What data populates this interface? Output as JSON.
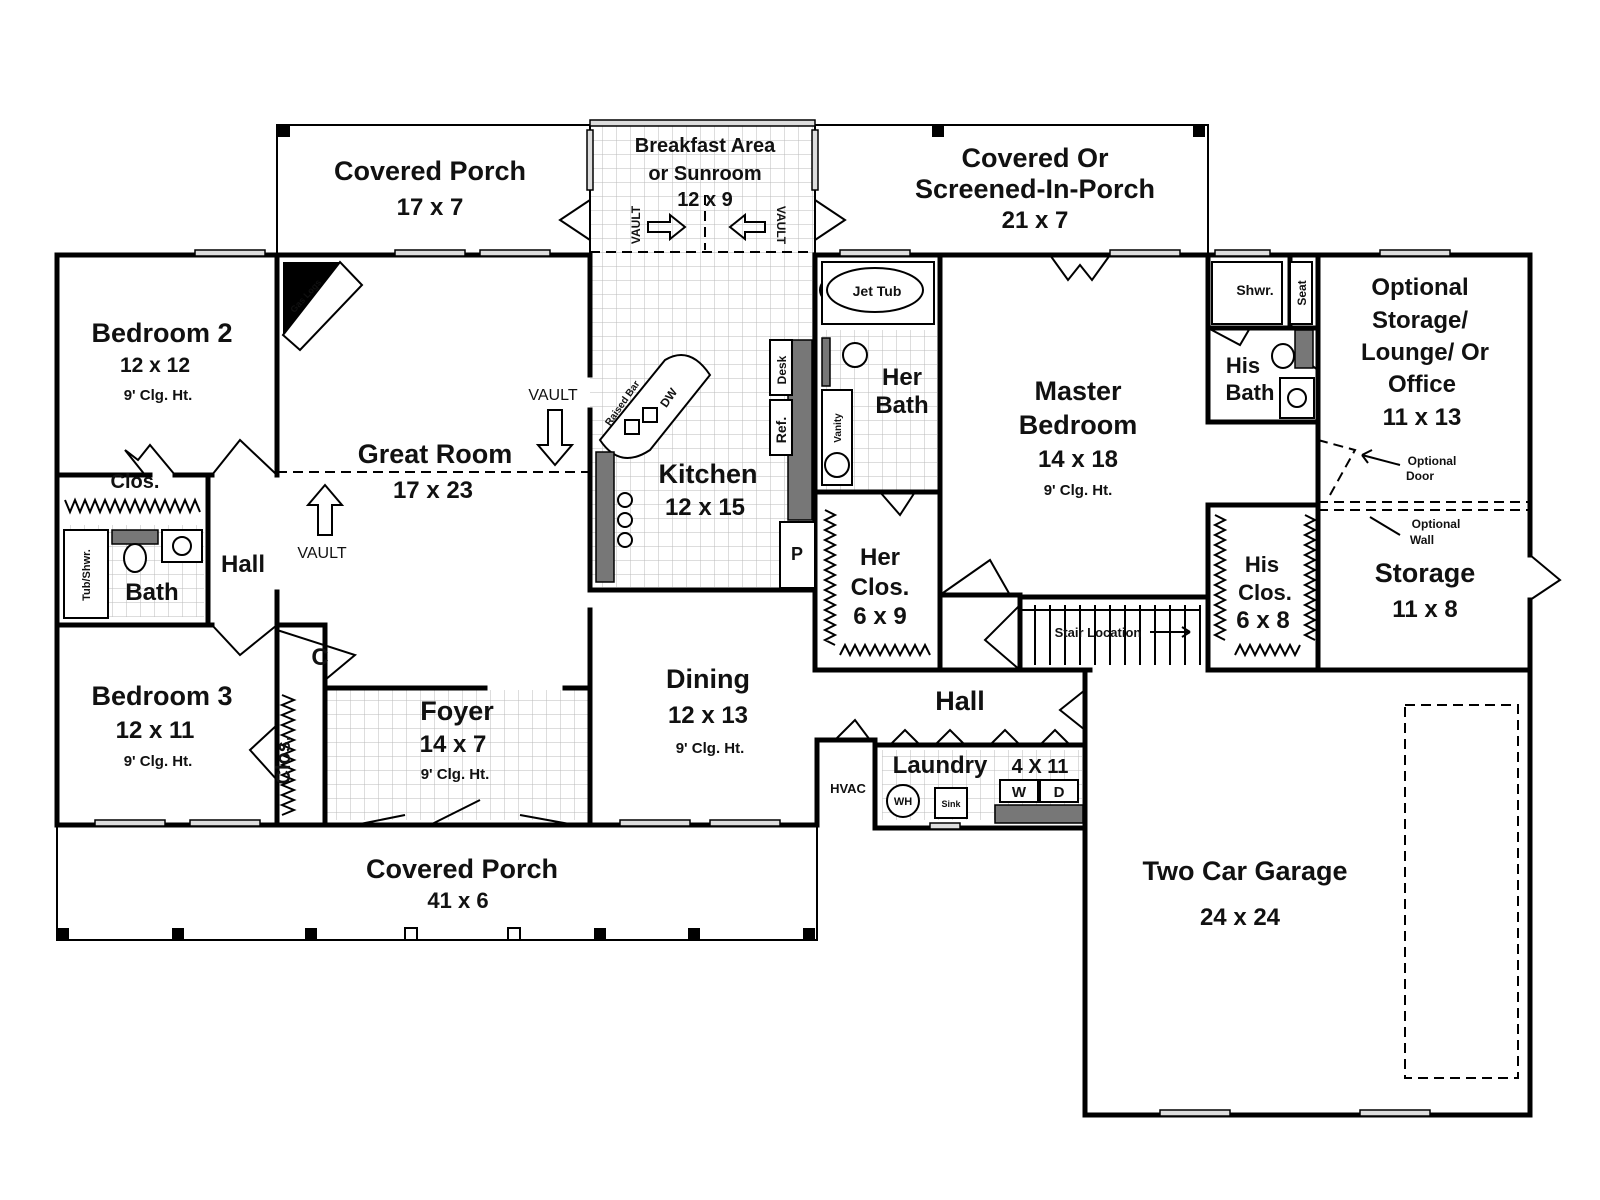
{
  "rooms": {
    "covered_porch_back": {
      "name": "Covered Porch",
      "size": "17 x 7"
    },
    "breakfast": {
      "name_line1": "Breakfast Area",
      "name_line2": "or Sunroom",
      "size": "12 x 9"
    },
    "screened_porch": {
      "name_line1": "Covered Or",
      "name_line2": "Screened-In-Porch",
      "size": "21 x 7"
    },
    "bedroom2": {
      "name": "Bedroom 2",
      "size": "12 x 12",
      "ceiling": "9' Clg. Ht."
    },
    "great_room": {
      "name": "Great Room",
      "size": "17 x 23"
    },
    "kitchen": {
      "name": "Kitchen",
      "size": "12 x 15"
    },
    "her_bath": {
      "name_line1": "Her",
      "name_line2": "Bath"
    },
    "master_bedroom": {
      "name_line1": "Master",
      "name_line2": "Bedroom",
      "size": "14 x 18",
      "ceiling": "9' Clg. Ht."
    },
    "his_bath": {
      "name_line1": "His",
      "name_line2": "Bath"
    },
    "optional_storage": {
      "line1": "Optional",
      "line2": "Storage/",
      "line3": "Lounge/ Or",
      "line4": "Office",
      "size": "11 x 13"
    },
    "bath": {
      "name": "Bath"
    },
    "hall_left": {
      "name": "Hall"
    },
    "her_closet": {
      "name_line1": "Her",
      "name_line2": "Clos.",
      "size": "6 x 9"
    },
    "his_closet": {
      "name_line1": "His",
      "name_line2": "Clos.",
      "size": "6 x 8"
    },
    "storage": {
      "name": "Storage",
      "size": "11 x 8"
    },
    "bedroom3": {
      "name": "Bedroom 3",
      "size": "12 x 11",
      "ceiling": "9' Clg. Ht."
    },
    "foyer": {
      "name": "Foyer",
      "size": "14 x 7",
      "ceiling": "9' Clg. Ht."
    },
    "dining": {
      "name": "Dining",
      "size": "12 x 13",
      "ceiling": "9' Clg. Ht."
    },
    "hall_center": {
      "name": "Hall"
    },
    "laundry": {
      "name": "Laundry",
      "size": "4 X 11"
    },
    "covered_porch_front": {
      "name": "Covered Porch",
      "size": "41 x 6"
    },
    "garage": {
      "name": "Two Car Garage",
      "size": "24 x 24"
    }
  },
  "labels": {
    "vault": "VAULT",
    "closet": "Clos.",
    "closet_c": "C",
    "pantry": "P",
    "jet_tub": "Jet Tub",
    "vanity": "Vanity",
    "desk": "Desk",
    "ref": "Ref.",
    "raised_bar": "Raised Bar",
    "dw": "DW",
    "gas_logs": "Gas Logs",
    "tub_shwr": "Tub/Shwr.",
    "shwr": "Shwr.",
    "seat": "Seat",
    "optional_door_1": "Optional",
    "optional_door_2": "Door",
    "optional_wall_1": "Optional",
    "optional_wall_2": "Wall",
    "stair": "Stair Location",
    "hvac": "HVAC",
    "wh": "WH",
    "sink": "Sink",
    "washer": "W",
    "dryer": "D"
  }
}
